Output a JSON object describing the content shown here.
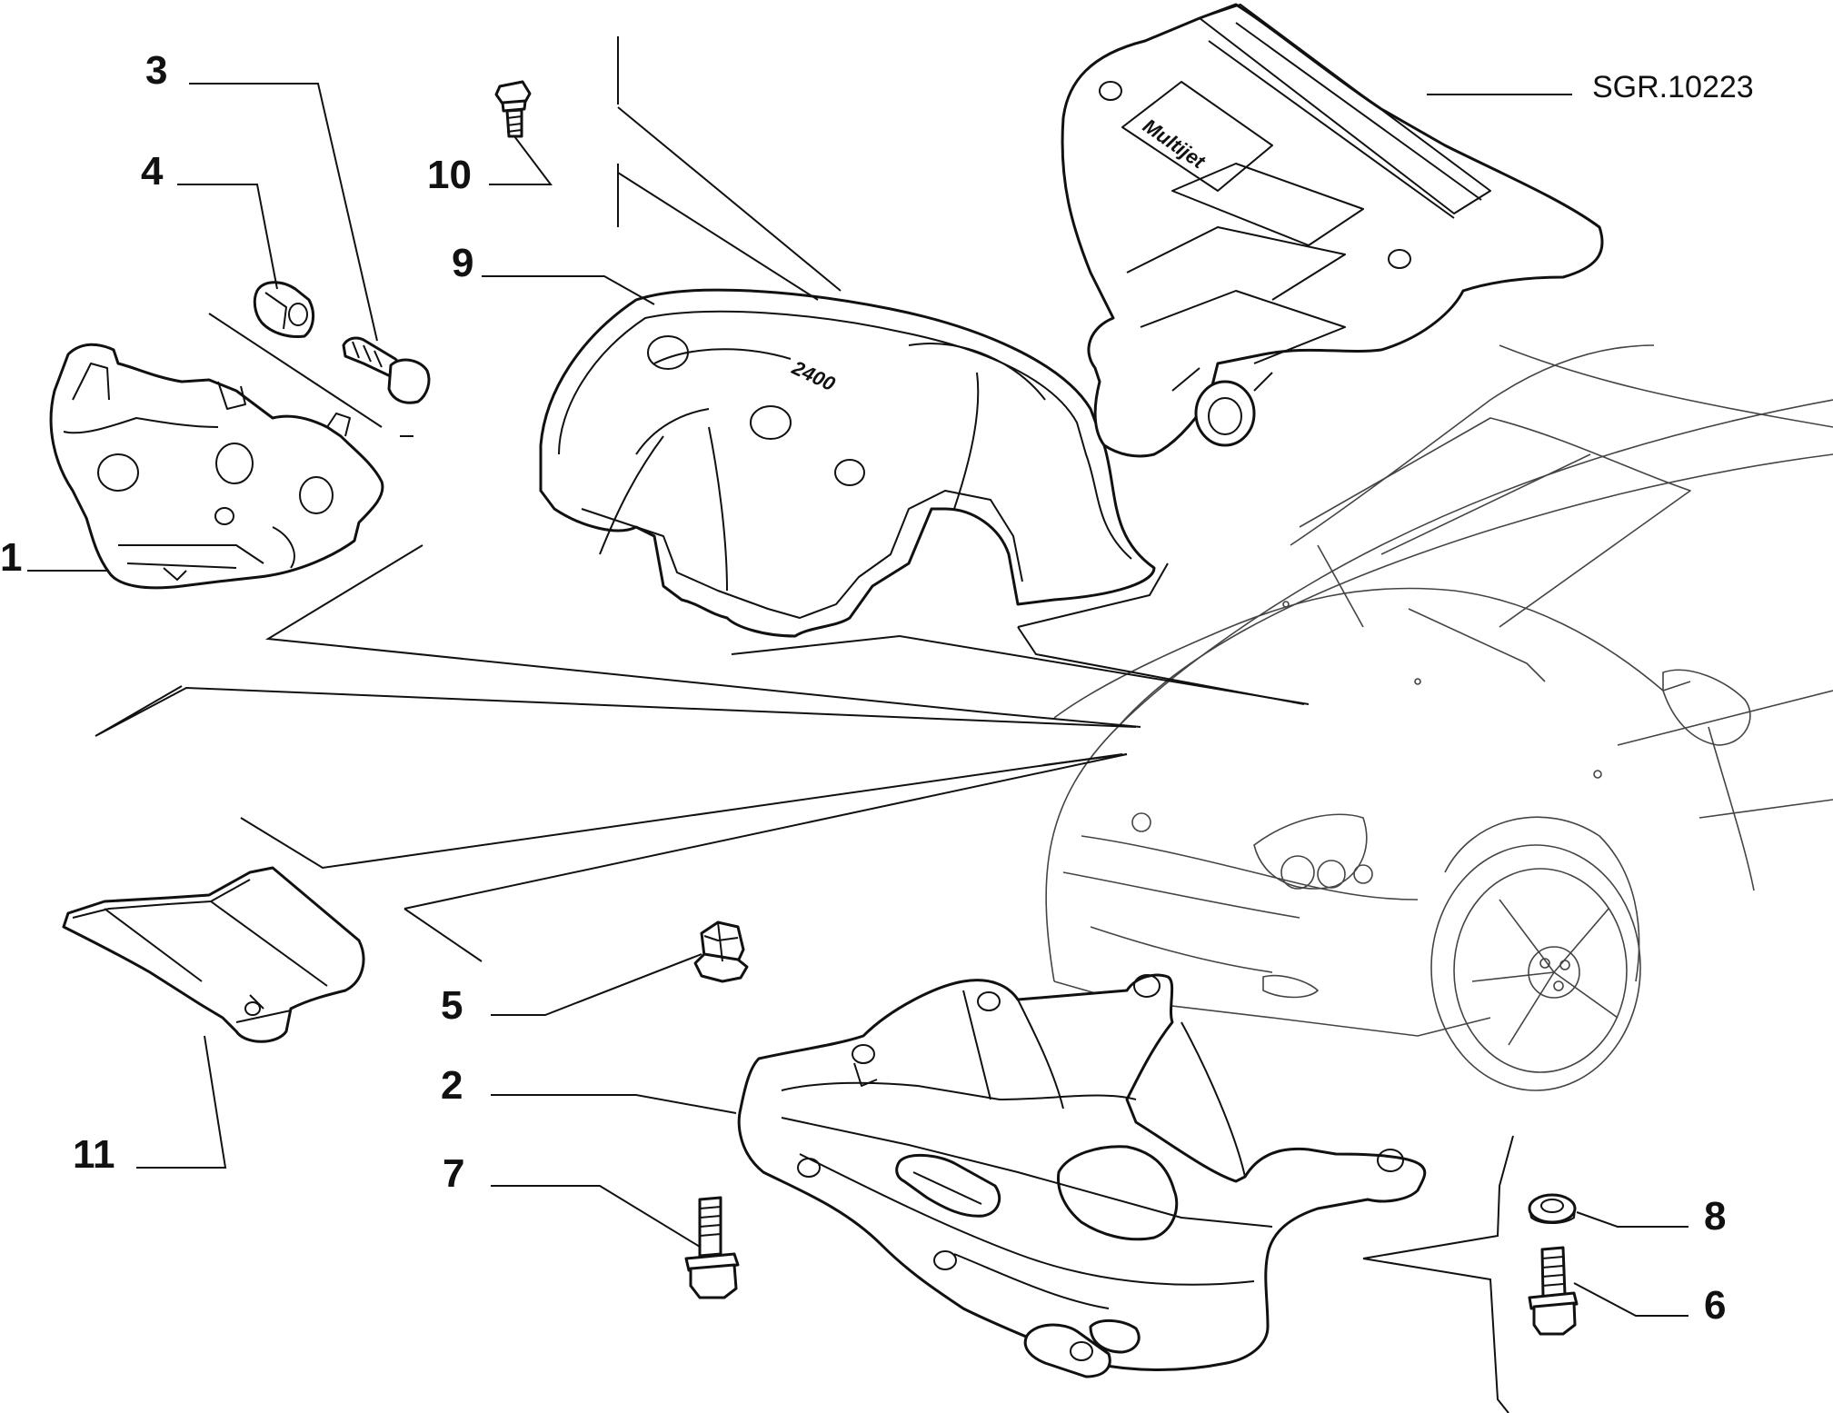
{
  "reference": "SGR.10223",
  "callouts": {
    "c1": "1",
    "c2": "2",
    "c3": "3",
    "c4": "4",
    "c5": "5",
    "c6": "6",
    "c7": "7",
    "c8": "8",
    "c9": "9",
    "c10": "10",
    "c11": "11"
  },
  "engine_cover_badge": "Multijet"
}
